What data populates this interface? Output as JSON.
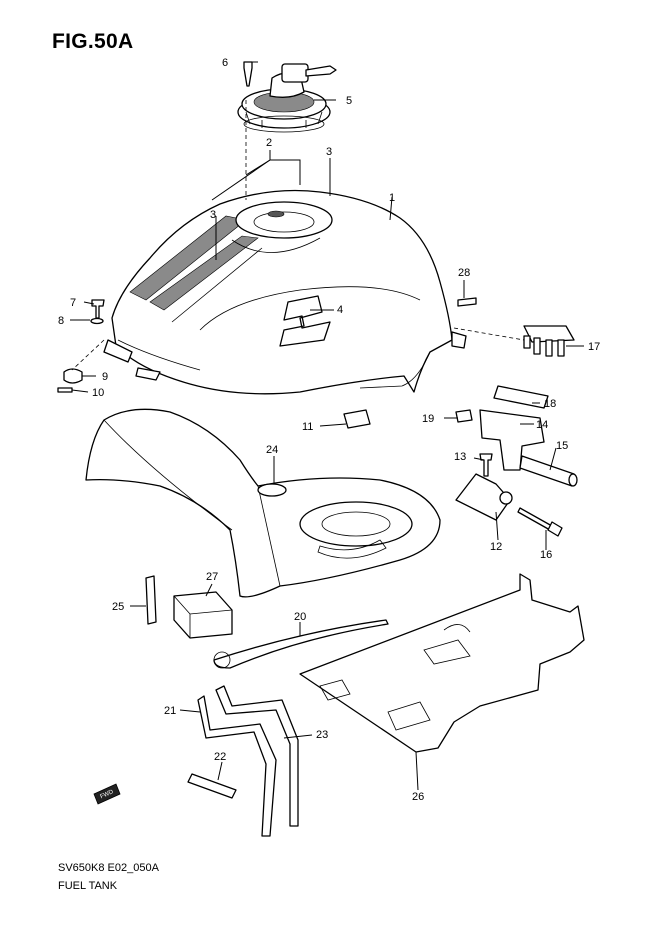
{
  "figure": {
    "title": "FIG.50A",
    "model_code": "SV650K8 E02_050A",
    "caption": "FUEL TANK"
  },
  "callouts": [
    {
      "id": "1"
    },
    {
      "id": "2"
    },
    {
      "id": "3a"
    },
    {
      "id": "3b"
    },
    {
      "id": "4"
    },
    {
      "id": "5"
    },
    {
      "id": "6"
    },
    {
      "id": "7"
    },
    {
      "id": "8"
    },
    {
      "id": "9"
    },
    {
      "id": "10"
    },
    {
      "id": "11"
    },
    {
      "id": "12"
    },
    {
      "id": "13"
    },
    {
      "id": "14"
    },
    {
      "id": "15"
    },
    {
      "id": "16"
    },
    {
      "id": "17"
    },
    {
      "id": "18"
    },
    {
      "id": "19"
    },
    {
      "id": "20"
    },
    {
      "id": "21"
    },
    {
      "id": "22"
    },
    {
      "id": "23"
    },
    {
      "id": "24"
    },
    {
      "id": "25"
    },
    {
      "id": "26"
    },
    {
      "id": "27"
    },
    {
      "id": "28"
    }
  ],
  "labels": {
    "c1": "1",
    "c2": "2",
    "c3": "3",
    "c4": "4",
    "c5": "5",
    "c6": "6",
    "c7": "7",
    "c8": "8",
    "c9": "9",
    "c10": "10",
    "c11": "11",
    "c12": "12",
    "c13": "13",
    "c14": "14",
    "c15": "15",
    "c16": "16",
    "c17": "17",
    "c18": "18",
    "c19": "19",
    "c20": "20",
    "c21": "21",
    "c22": "22",
    "c23": "23",
    "c24": "24",
    "c25": "25",
    "c26": "26",
    "c27": "27",
    "c28": "28"
  },
  "fwd_badge": "FWD"
}
